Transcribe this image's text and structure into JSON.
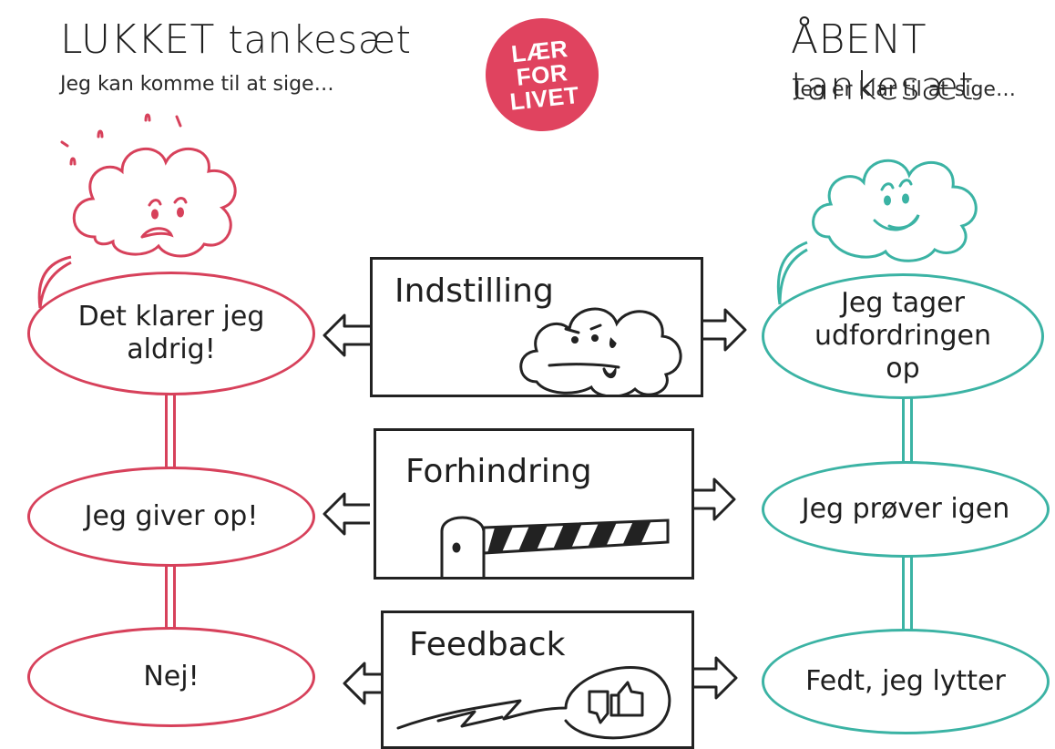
{
  "logo": {
    "lines": [
      "LÆR",
      "FOR",
      "LIVET"
    ]
  },
  "left_column": {
    "title_caps": "LUKKET",
    "title_word": "tankesæt",
    "subtitle": "Jeg kan komme til at sige…",
    "bubbles": [
      "Det klarer jeg aldrig!",
      "Jeg giver op!",
      "Nej!"
    ]
  },
  "right_column": {
    "title_caps": "ÅBENT",
    "title_word": "tankesæt",
    "subtitle": "Jeg er klar til at sige…",
    "bubbles": [
      "Jeg tager udfordringen op",
      "Jeg prøver igen",
      "Fedt, jeg lytter"
    ]
  },
  "panels": [
    "Indstilling",
    "Forhindring",
    "Feedback"
  ],
  "colors": {
    "closed": "#d7415b",
    "open": "#3bb3a4",
    "logo": "#e0435f",
    "ink": "#222222"
  },
  "icons": [
    "worried-cloud-icon",
    "happy-cloud-icon",
    "pouting-cloud-icon",
    "boom-barrier-icon",
    "thumbs-icon"
  ]
}
